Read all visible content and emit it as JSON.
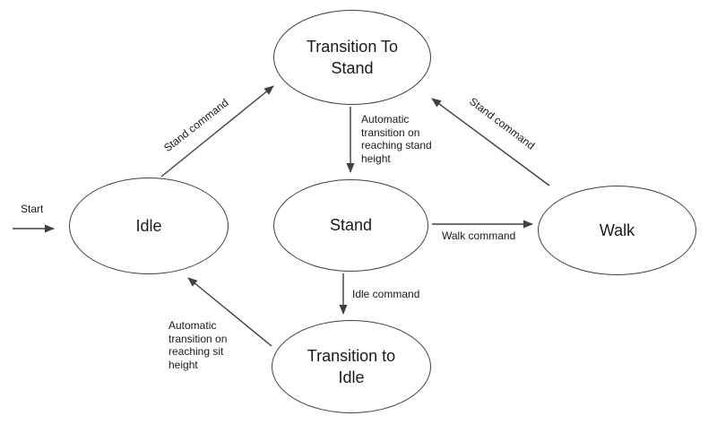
{
  "diagram": {
    "type": "state-machine",
    "background_color": "#ffffff",
    "stroke_color": "#404040",
    "text_color": "#1a1a1a",
    "start_label": "Start",
    "nodes": [
      {
        "id": "transition-to-stand",
        "label": "Transition To\nStand"
      },
      {
        "id": "idle",
        "label": "Idle"
      },
      {
        "id": "stand",
        "label": "Stand"
      },
      {
        "id": "walk",
        "label": "Walk"
      },
      {
        "id": "transition-to-idle",
        "label": "Transition to\nIdle"
      }
    ],
    "edges": [
      {
        "from": "start",
        "to": "idle",
        "label": "Start"
      },
      {
        "from": "idle",
        "to": "transition-to-stand",
        "label": "Stand command"
      },
      {
        "from": "transition-to-stand",
        "to": "stand",
        "label": "Automatic transition on reaching stand height"
      },
      {
        "from": "stand",
        "to": "walk",
        "label": "Walk command"
      },
      {
        "from": "walk",
        "to": "transition-to-stand",
        "label": "Stand command"
      },
      {
        "from": "stand",
        "to": "transition-to-idle",
        "label": "Idle command"
      },
      {
        "from": "transition-to-idle",
        "to": "idle",
        "label": "Automatic transition on reaching sit height"
      }
    ],
    "edge_labels": {
      "idle_to_transition_stand": "Stand command",
      "transition_stand_to_stand": "Automatic\ntransition on\nreaching stand\nheight",
      "stand_to_walk": "Walk command",
      "walk_to_transition_stand": "Stand command",
      "stand_to_transition_idle": "Idle command",
      "transition_idle_to_idle": "Automatic\ntransition on\nreaching sit\nheight"
    }
  }
}
